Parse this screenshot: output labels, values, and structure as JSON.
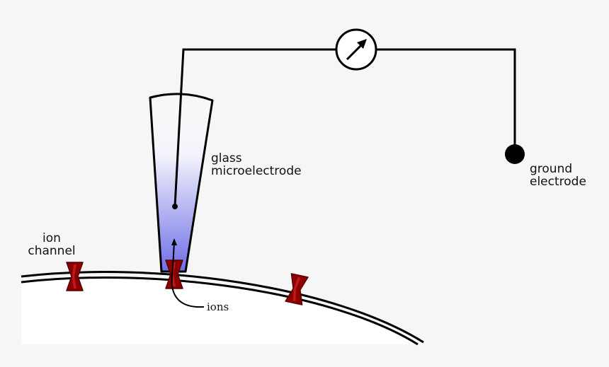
{
  "labels": {
    "glass_microelectrode": [
      "glass",
      "microelectrode"
    ],
    "ground_electrode": [
      "ground",
      "electrode"
    ],
    "ion_channel": [
      "ion",
      "channel"
    ],
    "ions": "ions"
  },
  "colors": {
    "background": "#f6f6f6",
    "wire": "#000000",
    "channel": "#8b0000",
    "channel_highlight": "#c01818",
    "solution": "#6f6fe8",
    "cell": "#ffffff"
  },
  "icons": {
    "meter": "voltmeter-dial-icon",
    "ground": "ground-electrode-dot"
  }
}
